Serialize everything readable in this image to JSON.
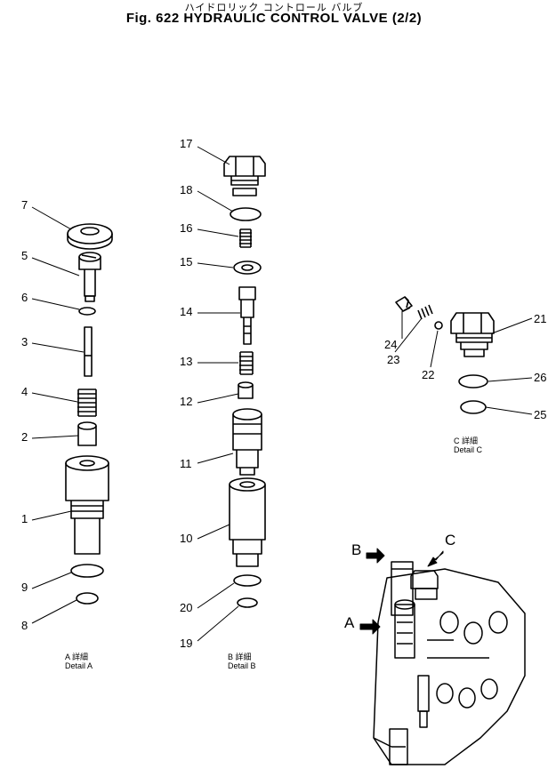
{
  "title_jp": "ハイドロリック コントロール バルブ",
  "title": "Fig. 622 HYDRAULIC CONTROL VALVE (2/2)",
  "detail_labels": {
    "a_jp": "A 詳細",
    "a": "Detail A",
    "b_jp": "B 詳細",
    "b": "Detail B",
    "c_jp": "C 詳細",
    "c": "Detail C"
  },
  "view_letters": {
    "a": "A",
    "b": "B",
    "c": "C"
  },
  "callouts": {
    "p1": "1",
    "p2": "2",
    "p3": "3",
    "p4": "4",
    "p5": "5",
    "p6": "6",
    "p7": "7",
    "p8": "8",
    "p9": "9",
    "p10": "10",
    "p11": "11",
    "p12": "12",
    "p13": "13",
    "p14": "14",
    "p15": "15",
    "p16": "16",
    "p17": "17",
    "p18": "18",
    "p19": "19",
    "p20": "20",
    "p21": "21",
    "p22": "22",
    "p23": "23",
    "p24": "24",
    "p25": "25",
    "p26": "26"
  }
}
